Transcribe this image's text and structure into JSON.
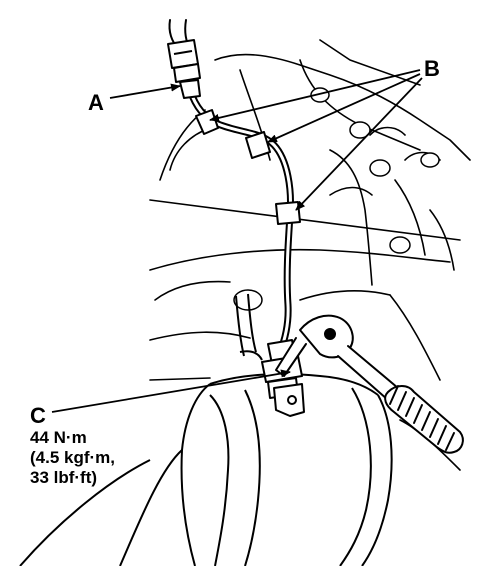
{
  "labels": {
    "a": "A",
    "b": "B",
    "c": "C"
  },
  "torque_spec": {
    "line1": "44 N·m",
    "line2": "(4.5 kgf·m,",
    "line3": "33 lbf·ft)"
  }
}
